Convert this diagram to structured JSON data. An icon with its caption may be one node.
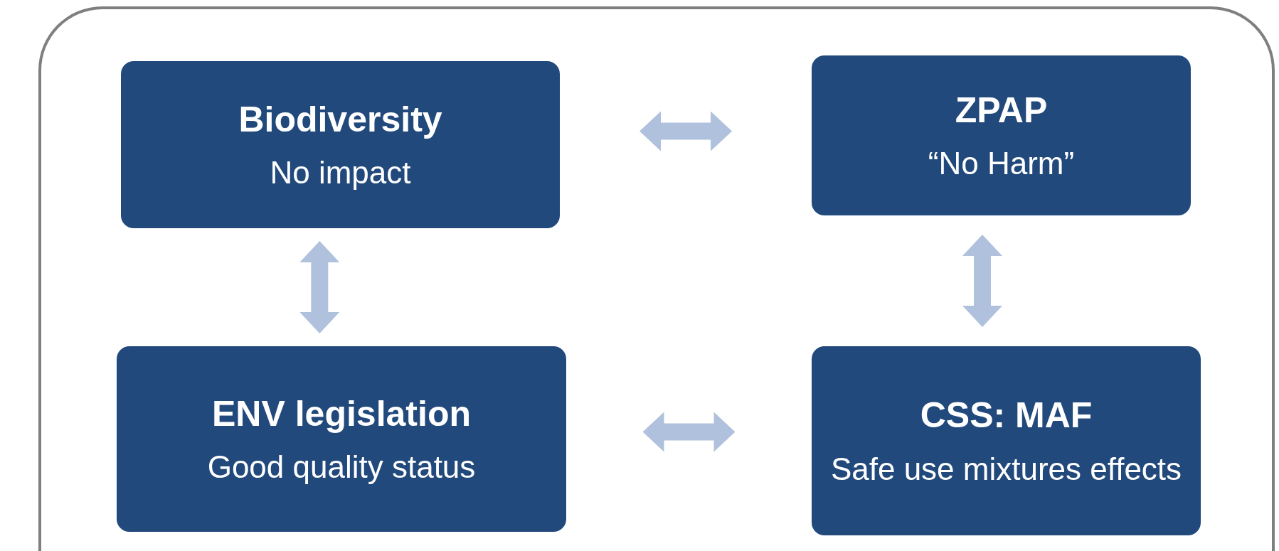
{
  "diagram": {
    "nodes": [
      {
        "text": [
          "Biodiversity",
          "No impact"
        ]
      },
      {
        "text": [
          "ZPAP",
          "“No Harm”"
        ]
      },
      {
        "text": [
          "ENV legislation",
          "Good quality status"
        ]
      },
      {
        "text": [
          "CSS: MAF",
          "Safe use mixtures effects"
        ]
      }
    ],
    "edges": [
      {
        "from": 0,
        "to": 1,
        "arrow": "both"
      },
      {
        "from": 0,
        "to": 2,
        "arrow": "both"
      },
      {
        "from": 1,
        "to": 3,
        "arrow": "both"
      },
      {
        "from": 2,
        "to": 3,
        "arrow": "both"
      }
    ]
  }
}
